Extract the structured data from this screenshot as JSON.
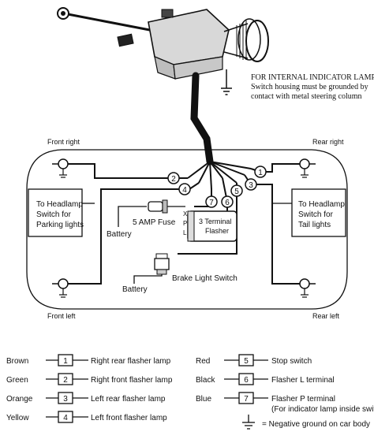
{
  "note": {
    "title": "FOR INTERNAL INDICATOR LAMP:",
    "line1": "Switch housing must be grounded by",
    "line2": "contact with metal steering column"
  },
  "corners": {
    "front_right": "Front right",
    "rear_right": "Rear right",
    "front_left": "Front left",
    "rear_left": "Rear left"
  },
  "left_box": {
    "line1": "To Headlamp",
    "line2": "Switch for",
    "line3": "Parking lights"
  },
  "right_box": {
    "line1": "To Headlamp",
    "line2": "Switch for",
    "line3": "Tail lights"
  },
  "fuse_label": "5 AMP Fuse",
  "battery_label": "Battery",
  "flasher": {
    "line1": "3 Terminal",
    "line2": "Flasher",
    "terminal_l": "L",
    "terminal_p": "P",
    "terminal_x": "X"
  },
  "brake_switch_label": "Brake Light Switch",
  "diagram_numbers": [
    "1",
    "2",
    "3",
    "4",
    "5",
    "6",
    "7"
  ],
  "legend_left": [
    {
      "color": "Brown",
      "num": "1",
      "desc": "Right rear flasher lamp"
    },
    {
      "color": "Green",
      "num": "2",
      "desc": "Right front flasher lamp"
    },
    {
      "color": "Orange",
      "num": "3",
      "desc": "Left rear flasher lamp"
    },
    {
      "color": "Yellow",
      "num": "4",
      "desc": "Left front flasher lamp"
    }
  ],
  "legend_right": [
    {
      "color": "Red",
      "num": "5",
      "desc": "Stop switch"
    },
    {
      "color": "Black",
      "num": "6",
      "desc": "Flasher L terminal"
    },
    {
      "color": "Blue",
      "num": "7",
      "desc": "Flasher P terminal"
    }
  ],
  "legend_note": "(For indicator lamp inside switch)",
  "ground_label": "= Negative ground on car body"
}
